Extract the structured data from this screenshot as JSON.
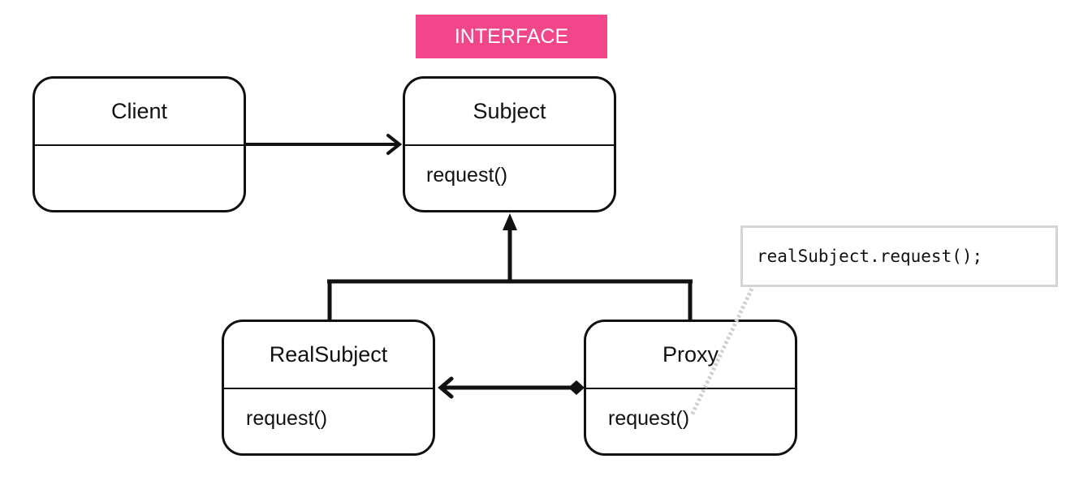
{
  "badge": {
    "label": "INTERFACE",
    "color": "#f2468a"
  },
  "classes": {
    "client": {
      "name": "Client",
      "method": ""
    },
    "subject": {
      "name": "Subject",
      "method": "request()"
    },
    "real_subject": {
      "name": "RealSubject",
      "method": "request()"
    },
    "proxy": {
      "name": "Proxy",
      "method": "request()"
    }
  },
  "note": {
    "text": "realSubject.request();"
  },
  "relations": [
    {
      "from": "Client",
      "to": "Subject",
      "kind": "association"
    },
    {
      "from": "RealSubject",
      "to": "Subject",
      "kind": "realization"
    },
    {
      "from": "Proxy",
      "to": "Subject",
      "kind": "realization"
    },
    {
      "from": "Proxy",
      "to": "RealSubject",
      "kind": "composition"
    }
  ]
}
